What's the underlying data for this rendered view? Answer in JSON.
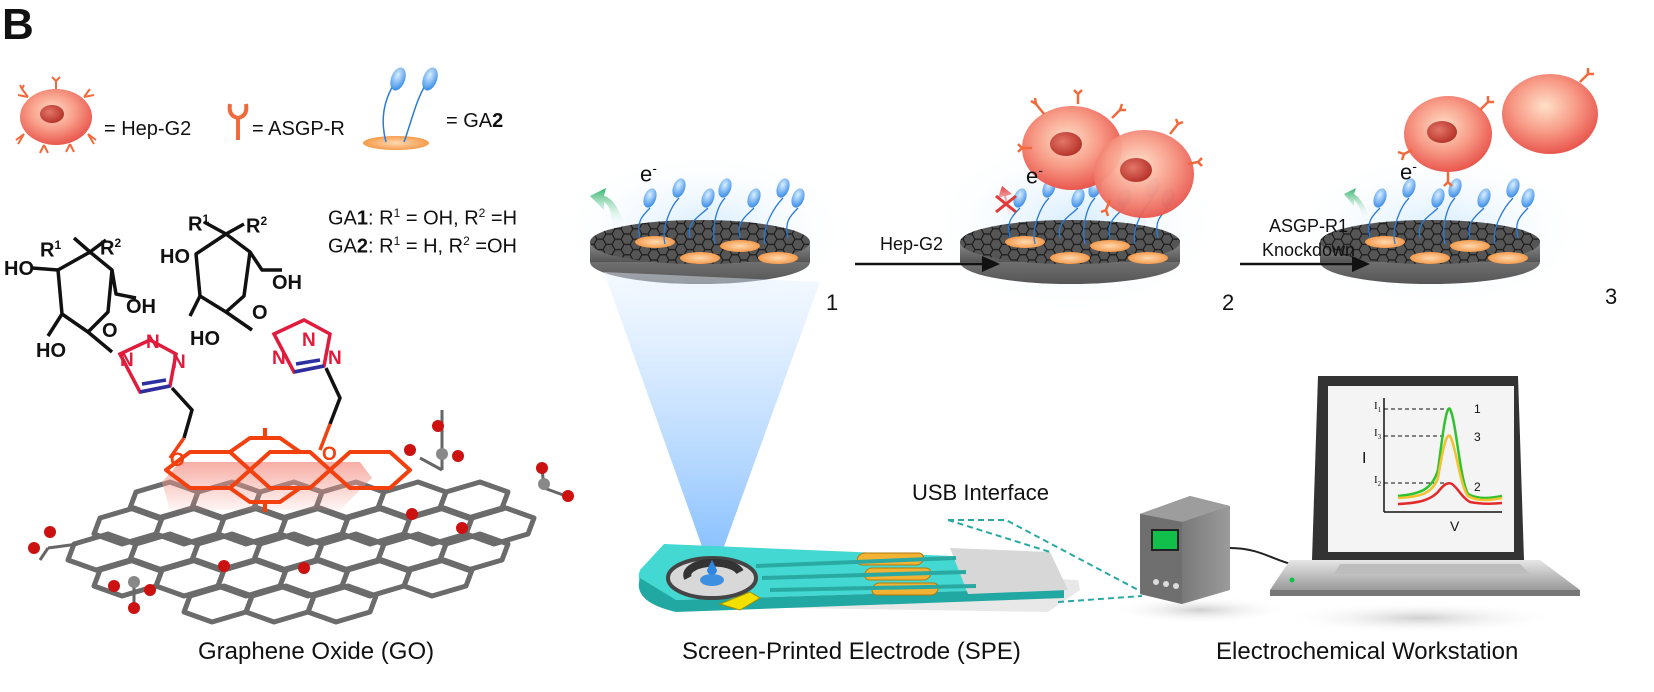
{
  "panel_label": "B",
  "legend": {
    "hep": "= Hep-G2",
    "asgp": "= ASGP-R",
    "ga_prefix": "= GA",
    "ga_num": "2"
  },
  "formula": {
    "line1_a": "GA",
    "line1_b": "1",
    "line1_c": ": R",
    "line1_d": "1",
    "line1_e": " = OH, R",
    "line1_f": "2",
    "line1_g": " =H",
    "line2_a": "GA",
    "line2_b": "2",
    "line2_c": ": R",
    "line2_d": "1",
    "line2_e": " = H, R",
    "line2_f": "2",
    "line2_g": " =OH"
  },
  "molecule_labels": {
    "r1": "R",
    "r1_sup": "1",
    "r2": "R",
    "r2_sup": "2",
    "ho": "HO",
    "oh": "OH",
    "o": "O",
    "n": "N"
  },
  "steps": {
    "electron": "e",
    "electron_sup": "-",
    "arrow1": "Hep-G2",
    "arrow2_l1": "ASGP-R1",
    "arrow2_l2": "Knockdown",
    "n1": "1",
    "n2": "2",
    "n3": "3"
  },
  "labels": {
    "usb": "USB Interface",
    "go": "Graphene Oxide (GO)",
    "spe": "Screen-Printed Electrode (SPE)",
    "ws": "Electrochemical Workstation"
  },
  "plot": {
    "i1": "I",
    "i1_sub": "1",
    "i3": "I",
    "i3_sub": "3",
    "i2": "I",
    "i2_sub": "2",
    "ylabel": "I",
    "xlabel": "V",
    "c1": "1",
    "c2": "2",
    "c3": "3"
  },
  "colors": {
    "cell": "#f0736b",
    "receptor": "#f26a3c",
    "glyco": "#4da6ff",
    "graphene": "#6b6b6b",
    "strip": "#3fd5d0",
    "gold": "#f2b233"
  }
}
